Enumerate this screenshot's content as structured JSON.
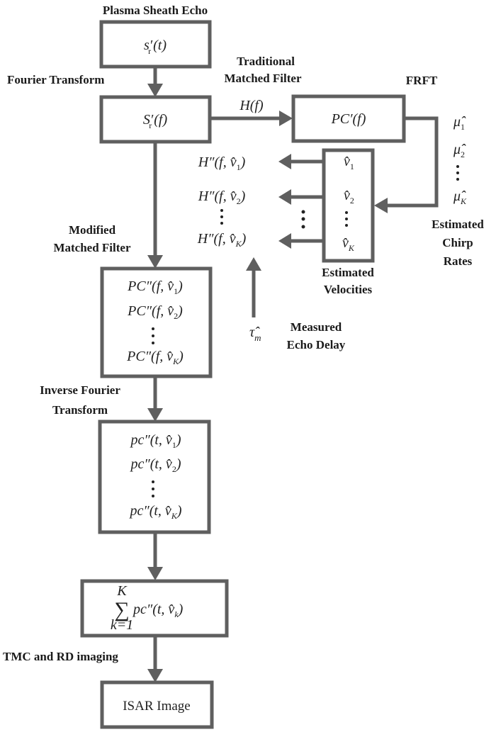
{
  "labels": {
    "plasma_sheath_echo": "Plasma Sheath Echo",
    "fourier_transform": "Fourier Transform",
    "traditional_line1": "Traditional",
    "traditional_line2": "Matched Filter",
    "frft": "FRFT",
    "modified_line1": "Modified",
    "modified_line2": "Matched Filter",
    "estimated_velocities_line1": "Estimated",
    "estimated_velocities_line2": "Velocities",
    "estimated_chirp_line1": "Estimated",
    "estimated_chirp_line2": "Chirp",
    "estimated_chirp_line3": "Rates",
    "measured_line1": "Measured",
    "measured_line2": "Echo Delay",
    "inverse_line1": "Inverse Fourier",
    "inverse_line2": "Transform",
    "tmc_rd": "TMC and RD imaging"
  },
  "nodes": {
    "echo": {
      "base": "s",
      "prime": "′",
      "sub": "r",
      "arg": "(t)"
    },
    "spectrum": {
      "base": "S",
      "prime": "′",
      "sub": "r",
      "arg": "(f)"
    },
    "pc_prime": {
      "text": "PC′(f)"
    },
    "velocities": [
      "v̂",
      "v̂",
      "v̂"
    ],
    "velocity_subs": [
      "1",
      "2",
      "K"
    ],
    "modified_rows": [
      {
        "head": "PC″(f, v̂",
        "sub": "1",
        "tail": ")"
      },
      {
        "head": "PC″(f, v̂",
        "sub": "2",
        "tail": ")"
      },
      {
        "head": "PC″(f, v̂",
        "sub": "K",
        "tail": ")"
      }
    ],
    "ifft_rows": [
      {
        "head": "pc″(t, v̂",
        "sub": "1",
        "tail": ")"
      },
      {
        "head": "pc″(t, v̂",
        "sub": "2",
        "tail": ")"
      },
      {
        "head": "pc″(t, v̂",
        "sub": "K",
        "tail": ")"
      }
    ],
    "sum": {
      "sigma": "∑",
      "upper": "K",
      "lower": "k=1",
      "head": "pc″(t, v̂",
      "sub": "k",
      "tail": ")"
    },
    "isar": {
      "text": "ISAR Image"
    }
  },
  "edges": {
    "h_f": "H(f)",
    "h_rows": [
      {
        "head": "H″(f, v̂",
        "sub": "1",
        "tail": ")"
      },
      {
        "head": "H″(f, v̂",
        "sub": "2",
        "tail": ")"
      },
      {
        "head": "H″(f, v̂",
        "sub": "K",
        "tail": ")"
      }
    ],
    "mu": [
      {
        "base": "μ̂",
        "sub": "1"
      },
      {
        "base": "μ̂",
        "sub": "2"
      },
      {
        "base": "μ̂",
        "sub": "K"
      }
    ],
    "tau": {
      "base": "τ̂",
      "sub": "m"
    }
  },
  "colors": {
    "line": "#5f5f5f",
    "text": "#1a1a1a"
  }
}
